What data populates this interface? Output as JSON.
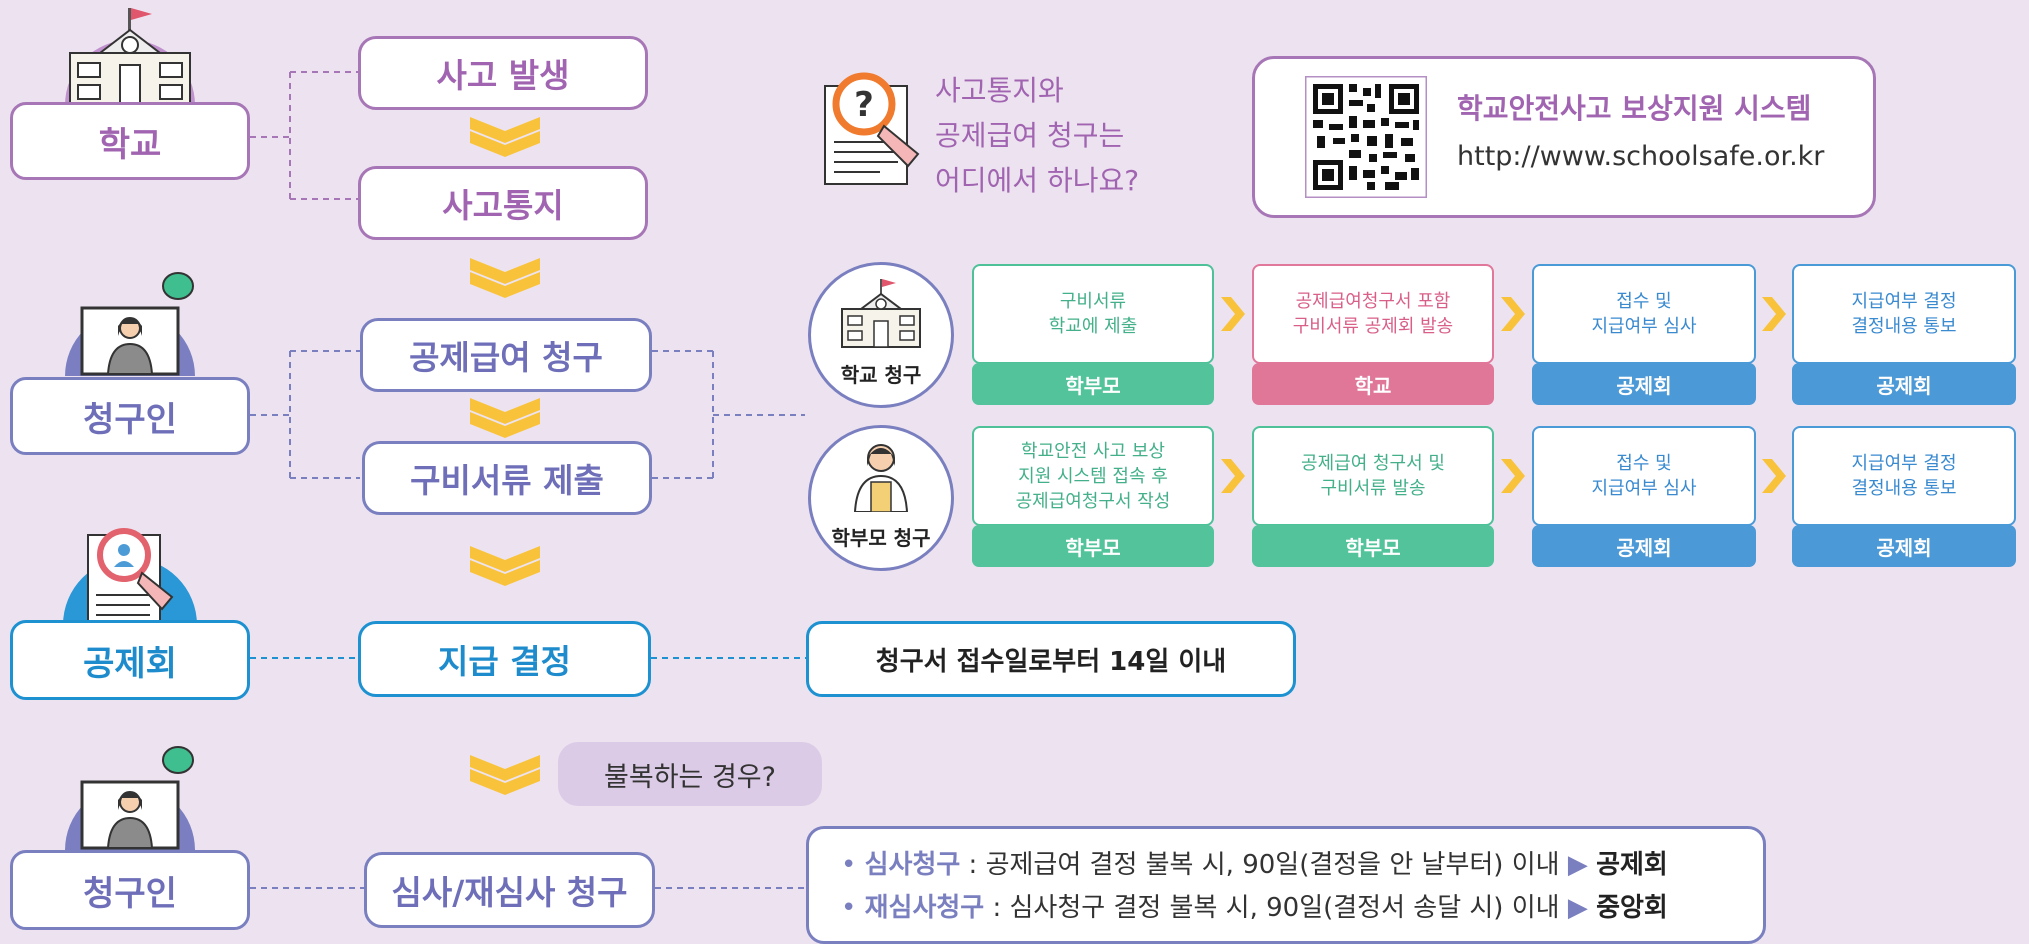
{
  "actors": {
    "school": "학교",
    "claimant_1": "청구인",
    "association": "공제회",
    "claimant_2": "청구인"
  },
  "steps": {
    "accident": "사고 발생",
    "notice": "사고통지",
    "claim": "공제급여 청구",
    "documents": "구비서류 제출",
    "decision": "지급 결정",
    "review": "심사/재심사 청구"
  },
  "question": {
    "line1": "사고통지와",
    "line2": "공제급여 청구는",
    "line3": "어디에서 하나요?"
  },
  "system": {
    "title": "학교안전사고 보상지원 시스템",
    "url": "http://www.schoolsafe.or.kr"
  },
  "process": {
    "school_claim": {
      "label": "학교 청구",
      "steps": [
        {
          "text": "구비서류\n학교에 제출",
          "actor": "학부모"
        },
        {
          "text": "공제급여청구서 포함\n구비서류 공제회 발송",
          "actor": "학교"
        },
        {
          "text": "접수 및\n지급여부 심사",
          "actor": "공제회"
        },
        {
          "text": "지급여부 결정\n결정내용 통보",
          "actor": "공제회"
        }
      ]
    },
    "parent_claim": {
      "label": "학부모 청구",
      "steps": [
        {
          "text": "학교안전 사고 보상\n지원 시스템 접속 후\n공제급여청구서 작성",
          "actor": "학부모"
        },
        {
          "text": "공제급여 청구서 및\n구비서류 발송",
          "actor": "학부모"
        },
        {
          "text": "접수 및\n지급여부 심사",
          "actor": "공제회"
        },
        {
          "text": "지급여부 결정\n결정내용 통보",
          "actor": "공제회"
        }
      ]
    }
  },
  "deadline": "청구서 접수일로부터 14일 이내",
  "objection": "불복하는 경우?",
  "review_info": {
    "line1": {
      "bullet": "•",
      "term": "심사청구",
      "desc": " : 공제급여 결정 불복 시, 90일(결정을 안 날부터) 이내 ",
      "arrow": "▶",
      "target": "공제회"
    },
    "line2": {
      "bullet": "•",
      "term": "재심사청구",
      "desc": " : 심사청구 결정 불복 시, 90일(결정서 송달 시) 이내 ",
      "arrow": "▶",
      "target": "중앙회"
    }
  },
  "colors": {
    "background": "#ede3f0",
    "purple": "#a776b6",
    "indigo": "#7a7fc0",
    "blue": "#1e91d1",
    "green": "#52c39b",
    "pink": "#e07799",
    "lightblue": "#4b99d6",
    "chevron": "#f8c33b"
  }
}
